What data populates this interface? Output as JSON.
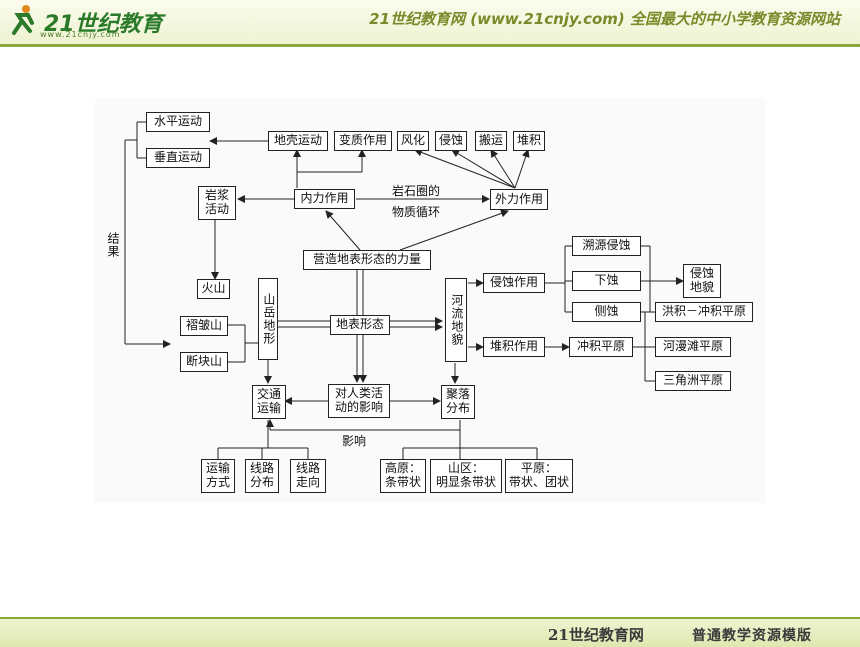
{
  "header": {
    "logo_text": "21世纪教育",
    "logo_url": "www.21cnjy.com",
    "title": "21世纪教育网 (www.21cnjy.com) 全国最大的中小学教育资源网站"
  },
  "footer": {
    "brand": "21世纪教育网",
    "template": "普通教学资源模版"
  },
  "colors": {
    "accent_green": "#8aa83a",
    "header_bg": "#eef3d0",
    "node_border": "#222222"
  },
  "diagram": {
    "nodes": {
      "horizontal_motion": "水平运动",
      "vertical_motion": "垂直运动",
      "crustal_motion": "地壳运动",
      "metamorphism": "变质作用",
      "weathering": "风化",
      "erosion": "侵蚀",
      "transport": "搬运",
      "deposition": "堆积",
      "magma_activity": "岩浆活动",
      "internal_force": "内力作用",
      "external_force": "外力作用",
      "rock_cycle_line1": "岩石圈的",
      "rock_cycle_line2": "物质循环",
      "result_label": "结果",
      "shaping_force": "营造地表形态的力量",
      "volcano": "火山",
      "fold_mountain": "褶皱山",
      "fault_mountain": "断块山",
      "mountain_landform": "山岳地形",
      "surface_form": "地表形态",
      "river_landform": "河流地貌",
      "fluvial_erosion": "侵蚀作用",
      "headward_erosion": "溯源侵蚀",
      "downcutting": "下蚀",
      "lateral_erosion": "侧蚀",
      "erosional_landform": "侵蚀地貌",
      "fluvial_deposition": "堆积作用",
      "alluvial_plain": "冲积平原",
      "diluvial_alluvial_plain": "洪积－冲积平原",
      "floodplain": "河漫滩平原",
      "delta_plain": "三角洲平原",
      "transportation": "交通运输",
      "human_impact": "对人类活动的影响",
      "settlement": "聚落分布",
      "influence_label": "影响",
      "transport_mode": "运输方式",
      "route_distribution": "线路分布",
      "route_direction": "线路走向",
      "plateau_line1": "高原：",
      "plateau_line2": "条带状",
      "mountain_area_line1": "山区：",
      "mountain_area_line2": "明显条带状",
      "plain_line1": "平原：",
      "plain_line2": "带状、团状"
    }
  }
}
